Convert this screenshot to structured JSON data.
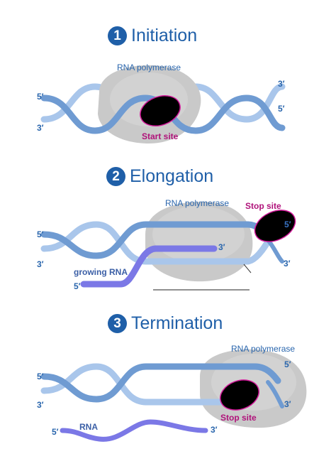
{
  "colors": {
    "strand_dark": "#6f9bd2",
    "strand_light": "#a9c6eb",
    "rna": "#7b78e6",
    "polymerase_grey": "#c8c8c8",
    "site_black": "#000000",
    "site_outline": "#d3199a",
    "title_blue": "#1f5fa8",
    "label_magenta": "#b0127a"
  },
  "panels": [
    {
      "number": "1",
      "title": "Initiation",
      "polymerase_label": "RNA polymerase",
      "site_label": "Start site",
      "left_top": "5′",
      "left_bottom": "3′",
      "right_top": "3′",
      "right_bottom": "5′"
    },
    {
      "number": "2",
      "title": "Elongation",
      "polymerase_label": "RNA polymerase",
      "site_label": "Stop site",
      "site_inner": "5′",
      "left_top": "5′",
      "left_bottom": "3′",
      "right_bottom": "3′",
      "rna_label": "growing RNA",
      "rna_5": "5′",
      "rna_3": "3′"
    },
    {
      "number": "3",
      "title": "Termination",
      "polymerase_label": "RNA polymerase",
      "site_label": "Stop site",
      "left_top": "5′",
      "left_bottom": "3′",
      "right_top": "5′",
      "right_bottom": "3′",
      "rna_label": "RNA",
      "rna_5": "5′",
      "rna_3": "3′"
    }
  ]
}
